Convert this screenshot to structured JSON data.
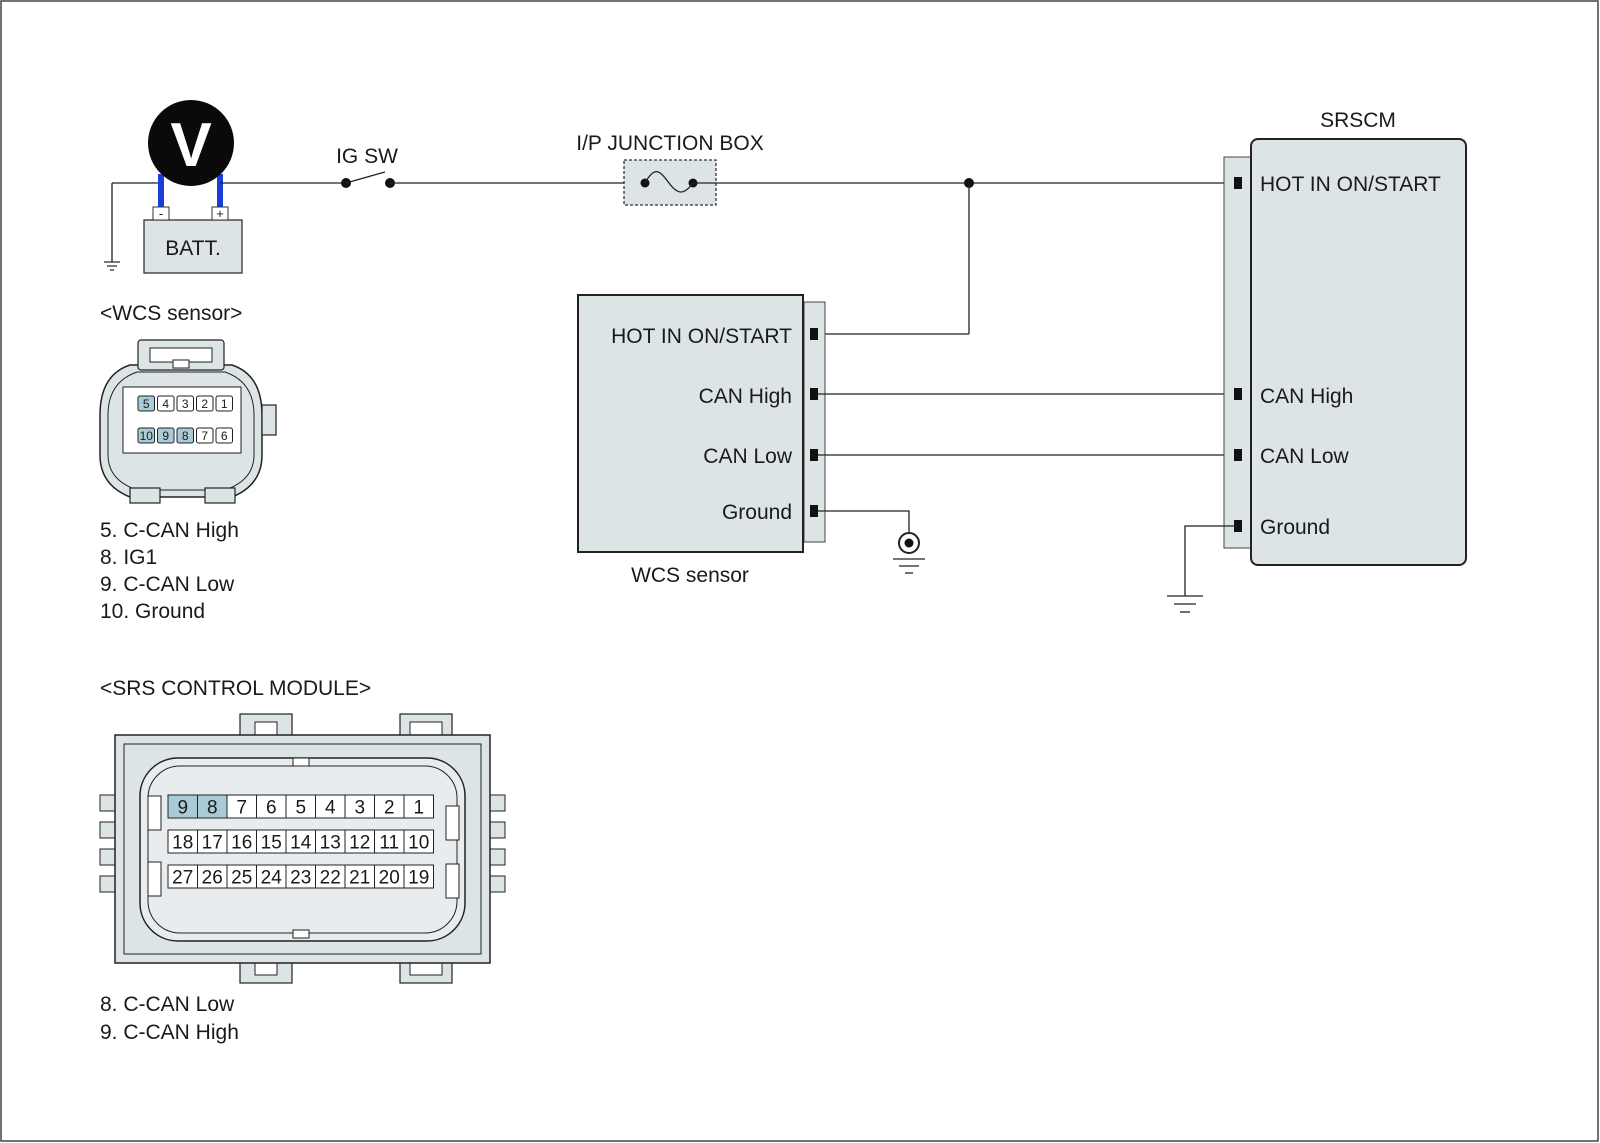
{
  "meter": {
    "symbol": "V"
  },
  "battery": {
    "label": "BATT.",
    "neg": "-",
    "pos": "+"
  },
  "ig_switch": {
    "label": "IG SW"
  },
  "junction_box": {
    "label": "I/P JUNCTION BOX"
  },
  "srscm": {
    "title": "SRSCM",
    "pins": {
      "hot": "HOT IN ON/START",
      "can_high": "CAN High",
      "can_low": "CAN Low",
      "ground": "Ground"
    }
  },
  "wcs": {
    "caption": "WCS sensor",
    "pins": {
      "hot": "HOT IN ON/START",
      "can_high": "CAN High",
      "can_low": "CAN Low",
      "ground": "Ground"
    }
  },
  "wcs_connector": {
    "title": "<WCS sensor>",
    "row1": [
      "5",
      "4",
      "3",
      "2",
      "1"
    ],
    "row2": [
      "10",
      "9",
      "8",
      "7",
      "6"
    ],
    "highlight": [
      "5",
      "8",
      "9",
      "10"
    ],
    "legend": [
      "5. C-CAN High",
      "8. IG1",
      "9. C-CAN Low",
      "10. Ground"
    ]
  },
  "srs_connector": {
    "title": "<SRS CONTROL MODULE>",
    "row1": [
      "9",
      "8",
      "7",
      "6",
      "5",
      "4",
      "3",
      "2",
      "1"
    ],
    "row2": [
      "18",
      "17",
      "16",
      "15",
      "14",
      "13",
      "12",
      "11",
      "10"
    ],
    "row3": [
      "27",
      "26",
      "25",
      "24",
      "23",
      "22",
      "21",
      "20",
      "19"
    ],
    "highlight": [
      "8",
      "9"
    ],
    "legend": [
      "8. C-CAN Low",
      "9. C-CAN High"
    ]
  },
  "colors": {
    "wire": "#222222",
    "battery_lead": "#1a3fd6",
    "box_fill": "#dde4e6",
    "pin_highlight": "#a9cbd8"
  }
}
